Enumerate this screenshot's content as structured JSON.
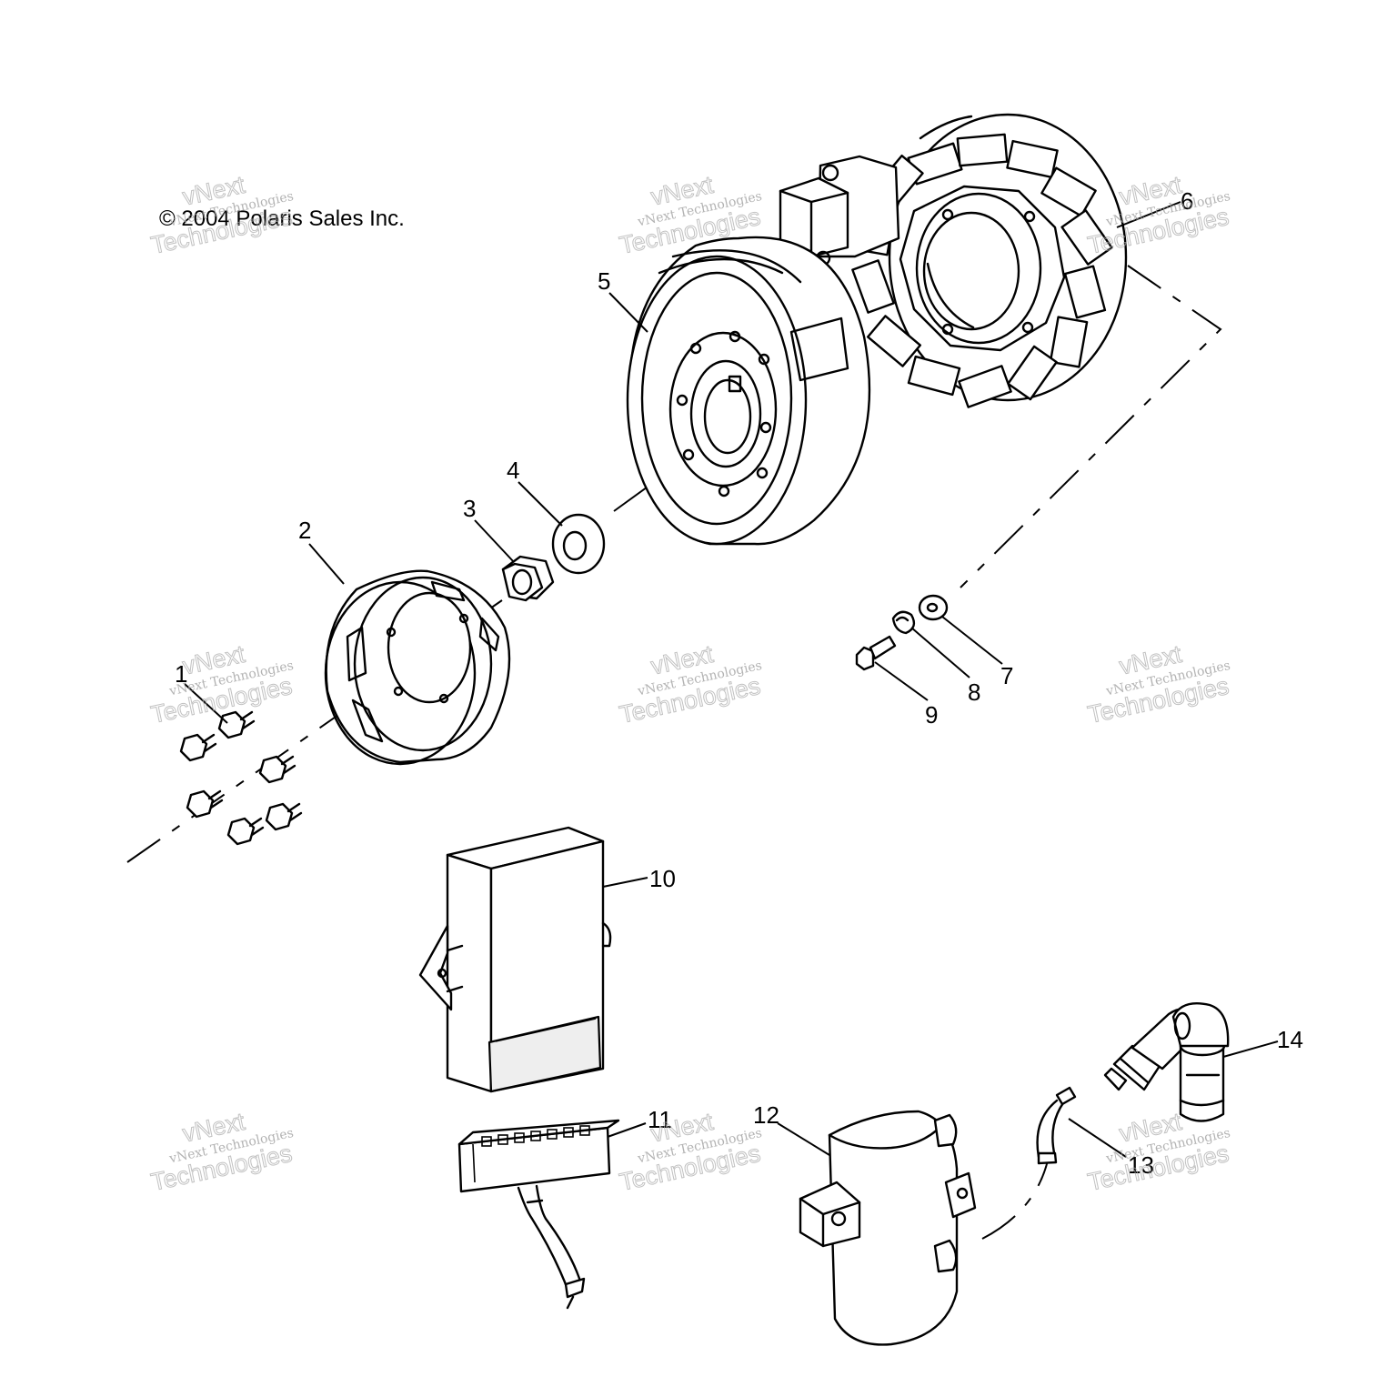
{
  "copyright": "© 2004 Polaris Sales Inc.",
  "callouts": [
    "1",
    "2",
    "3",
    "4",
    "5",
    "6",
    "7",
    "8",
    "9",
    "10",
    "11",
    "12",
    "13",
    "14"
  ],
  "watermark": {
    "line1": "vNext Technologies",
    "line2": "vNext",
    "line3": "Technologies"
  }
}
